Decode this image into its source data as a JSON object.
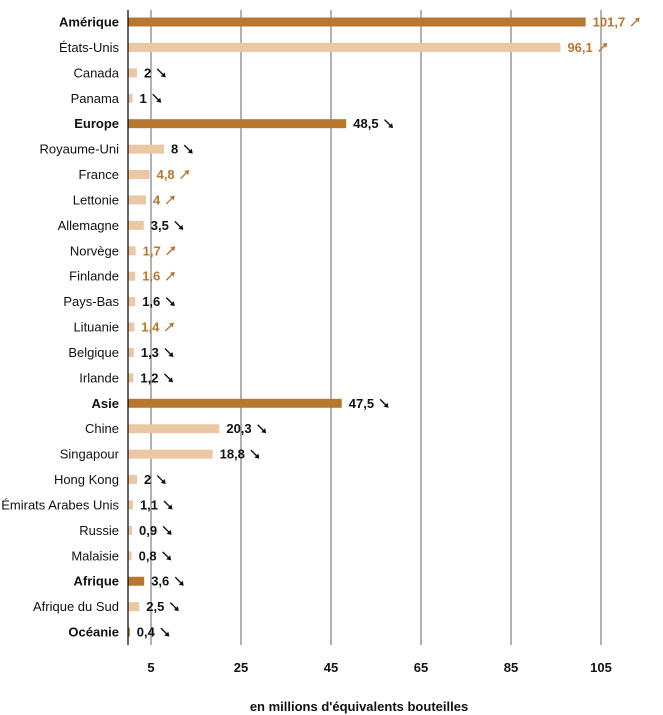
{
  "chart_data": {
    "type": "bar",
    "orientation": "horizontal",
    "xlabel": "en millions d'équivalents bouteilles",
    "xlim": [
      0,
      110
    ],
    "xticks": [
      5,
      25,
      45,
      65,
      85,
      105
    ],
    "grid": true,
    "colors": {
      "region_bar": "#b8772f",
      "country_bar": "#ebc7a4",
      "up_text": "#b8772f",
      "down_text": "#111111",
      "grid": "#666666"
    },
    "rows": [
      {
        "label": "Amérique",
        "value": 101.7,
        "value_label": "101,7",
        "trend": "up",
        "is_region": true
      },
      {
        "label": "États-Unis",
        "value": 96.1,
        "value_label": "96,1",
        "trend": "up",
        "is_region": false
      },
      {
        "label": "Canada",
        "value": 2,
        "value_label": "2",
        "trend": "down",
        "is_region": false
      },
      {
        "label": "Panama",
        "value": 1,
        "value_label": "1",
        "trend": "down",
        "is_region": false
      },
      {
        "label": "Europe",
        "value": 48.5,
        "value_label": "48,5",
        "trend": "down",
        "is_region": true
      },
      {
        "label": "Royaume-Uni",
        "value": 8,
        "value_label": "8",
        "trend": "down",
        "is_region": false
      },
      {
        "label": "France",
        "value": 4.8,
        "value_label": "4,8",
        "trend": "up",
        "is_region": false
      },
      {
        "label": "Lettonie",
        "value": 4,
        "value_label": "4",
        "trend": "up",
        "is_region": false
      },
      {
        "label": "Allemagne",
        "value": 3.5,
        "value_label": "3,5",
        "trend": "down",
        "is_region": false
      },
      {
        "label": "Norvège",
        "value": 1.7,
        "value_label": "1,7",
        "trend": "up",
        "is_region": false
      },
      {
        "label": "Finlande",
        "value": 1.6,
        "value_label": "1,6",
        "trend": "up",
        "is_region": false
      },
      {
        "label": "Pays-Bas",
        "value": 1.6,
        "value_label": "1,6",
        "trend": "down",
        "is_region": false
      },
      {
        "label": "Lituanie",
        "value": 1.4,
        "value_label": "1,4",
        "trend": "up",
        "is_region": false
      },
      {
        "label": "Belgique",
        "value": 1.3,
        "value_label": "1,3",
        "trend": "down",
        "is_region": false
      },
      {
        "label": "Irlande",
        "value": 1.2,
        "value_label": "1,2",
        "trend": "down",
        "is_region": false
      },
      {
        "label": "Asie",
        "value": 47.5,
        "value_label": "47,5",
        "trend": "down",
        "is_region": true
      },
      {
        "label": "Chine",
        "value": 20.3,
        "value_label": "20,3",
        "trend": "down",
        "is_region": false
      },
      {
        "label": "Singapour",
        "value": 18.8,
        "value_label": "18,8",
        "trend": "down",
        "is_region": false
      },
      {
        "label": "Hong Kong",
        "value": 2,
        "value_label": "2",
        "trend": "down",
        "is_region": false
      },
      {
        "label": "Émirats Arabes Unis",
        "value": 1.1,
        "value_label": "1,1",
        "trend": "down",
        "is_region": false
      },
      {
        "label": "Russie",
        "value": 0.9,
        "value_label": "0,9",
        "trend": "down",
        "is_region": false
      },
      {
        "label": "Malaisie",
        "value": 0.8,
        "value_label": "0,8",
        "trend": "down",
        "is_region": false
      },
      {
        "label": "Afrique",
        "value": 3.6,
        "value_label": "3,6",
        "trend": "down",
        "is_region": true
      },
      {
        "label": "Afrique du Sud",
        "value": 2.5,
        "value_label": "2,5",
        "trend": "down",
        "is_region": false
      },
      {
        "label": "Océanie",
        "value": 0.4,
        "value_label": "0,4",
        "trend": "down",
        "is_region": true
      }
    ]
  }
}
